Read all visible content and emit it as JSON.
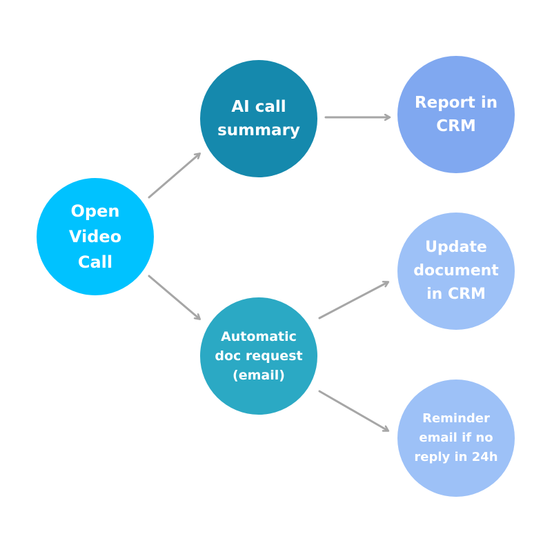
{
  "nodes": {
    "open_video_call": {
      "label": "Open\nVideo\nCall",
      "color": "#00c2ff"
    },
    "ai_call_summary": {
      "label": "AI call\nsummary",
      "color": "#1589ad"
    },
    "report_in_crm": {
      "label": "Report in\nCRM",
      "color": "#80a8f0"
    },
    "automatic_doc_request": {
      "label": "Automatic\ndoc request\n(email)",
      "color": "#2ba9c4"
    },
    "update_document_in_crm": {
      "label": "Update\ndocument\nin CRM",
      "color": "#9dc1f7"
    },
    "reminder_email": {
      "label": "Reminder\nemail if no\nreply in 24h",
      "color": "#9dc1f7"
    }
  },
  "colors": {
    "arrow": "#a6a6a6",
    "background": "#ffffff"
  }
}
